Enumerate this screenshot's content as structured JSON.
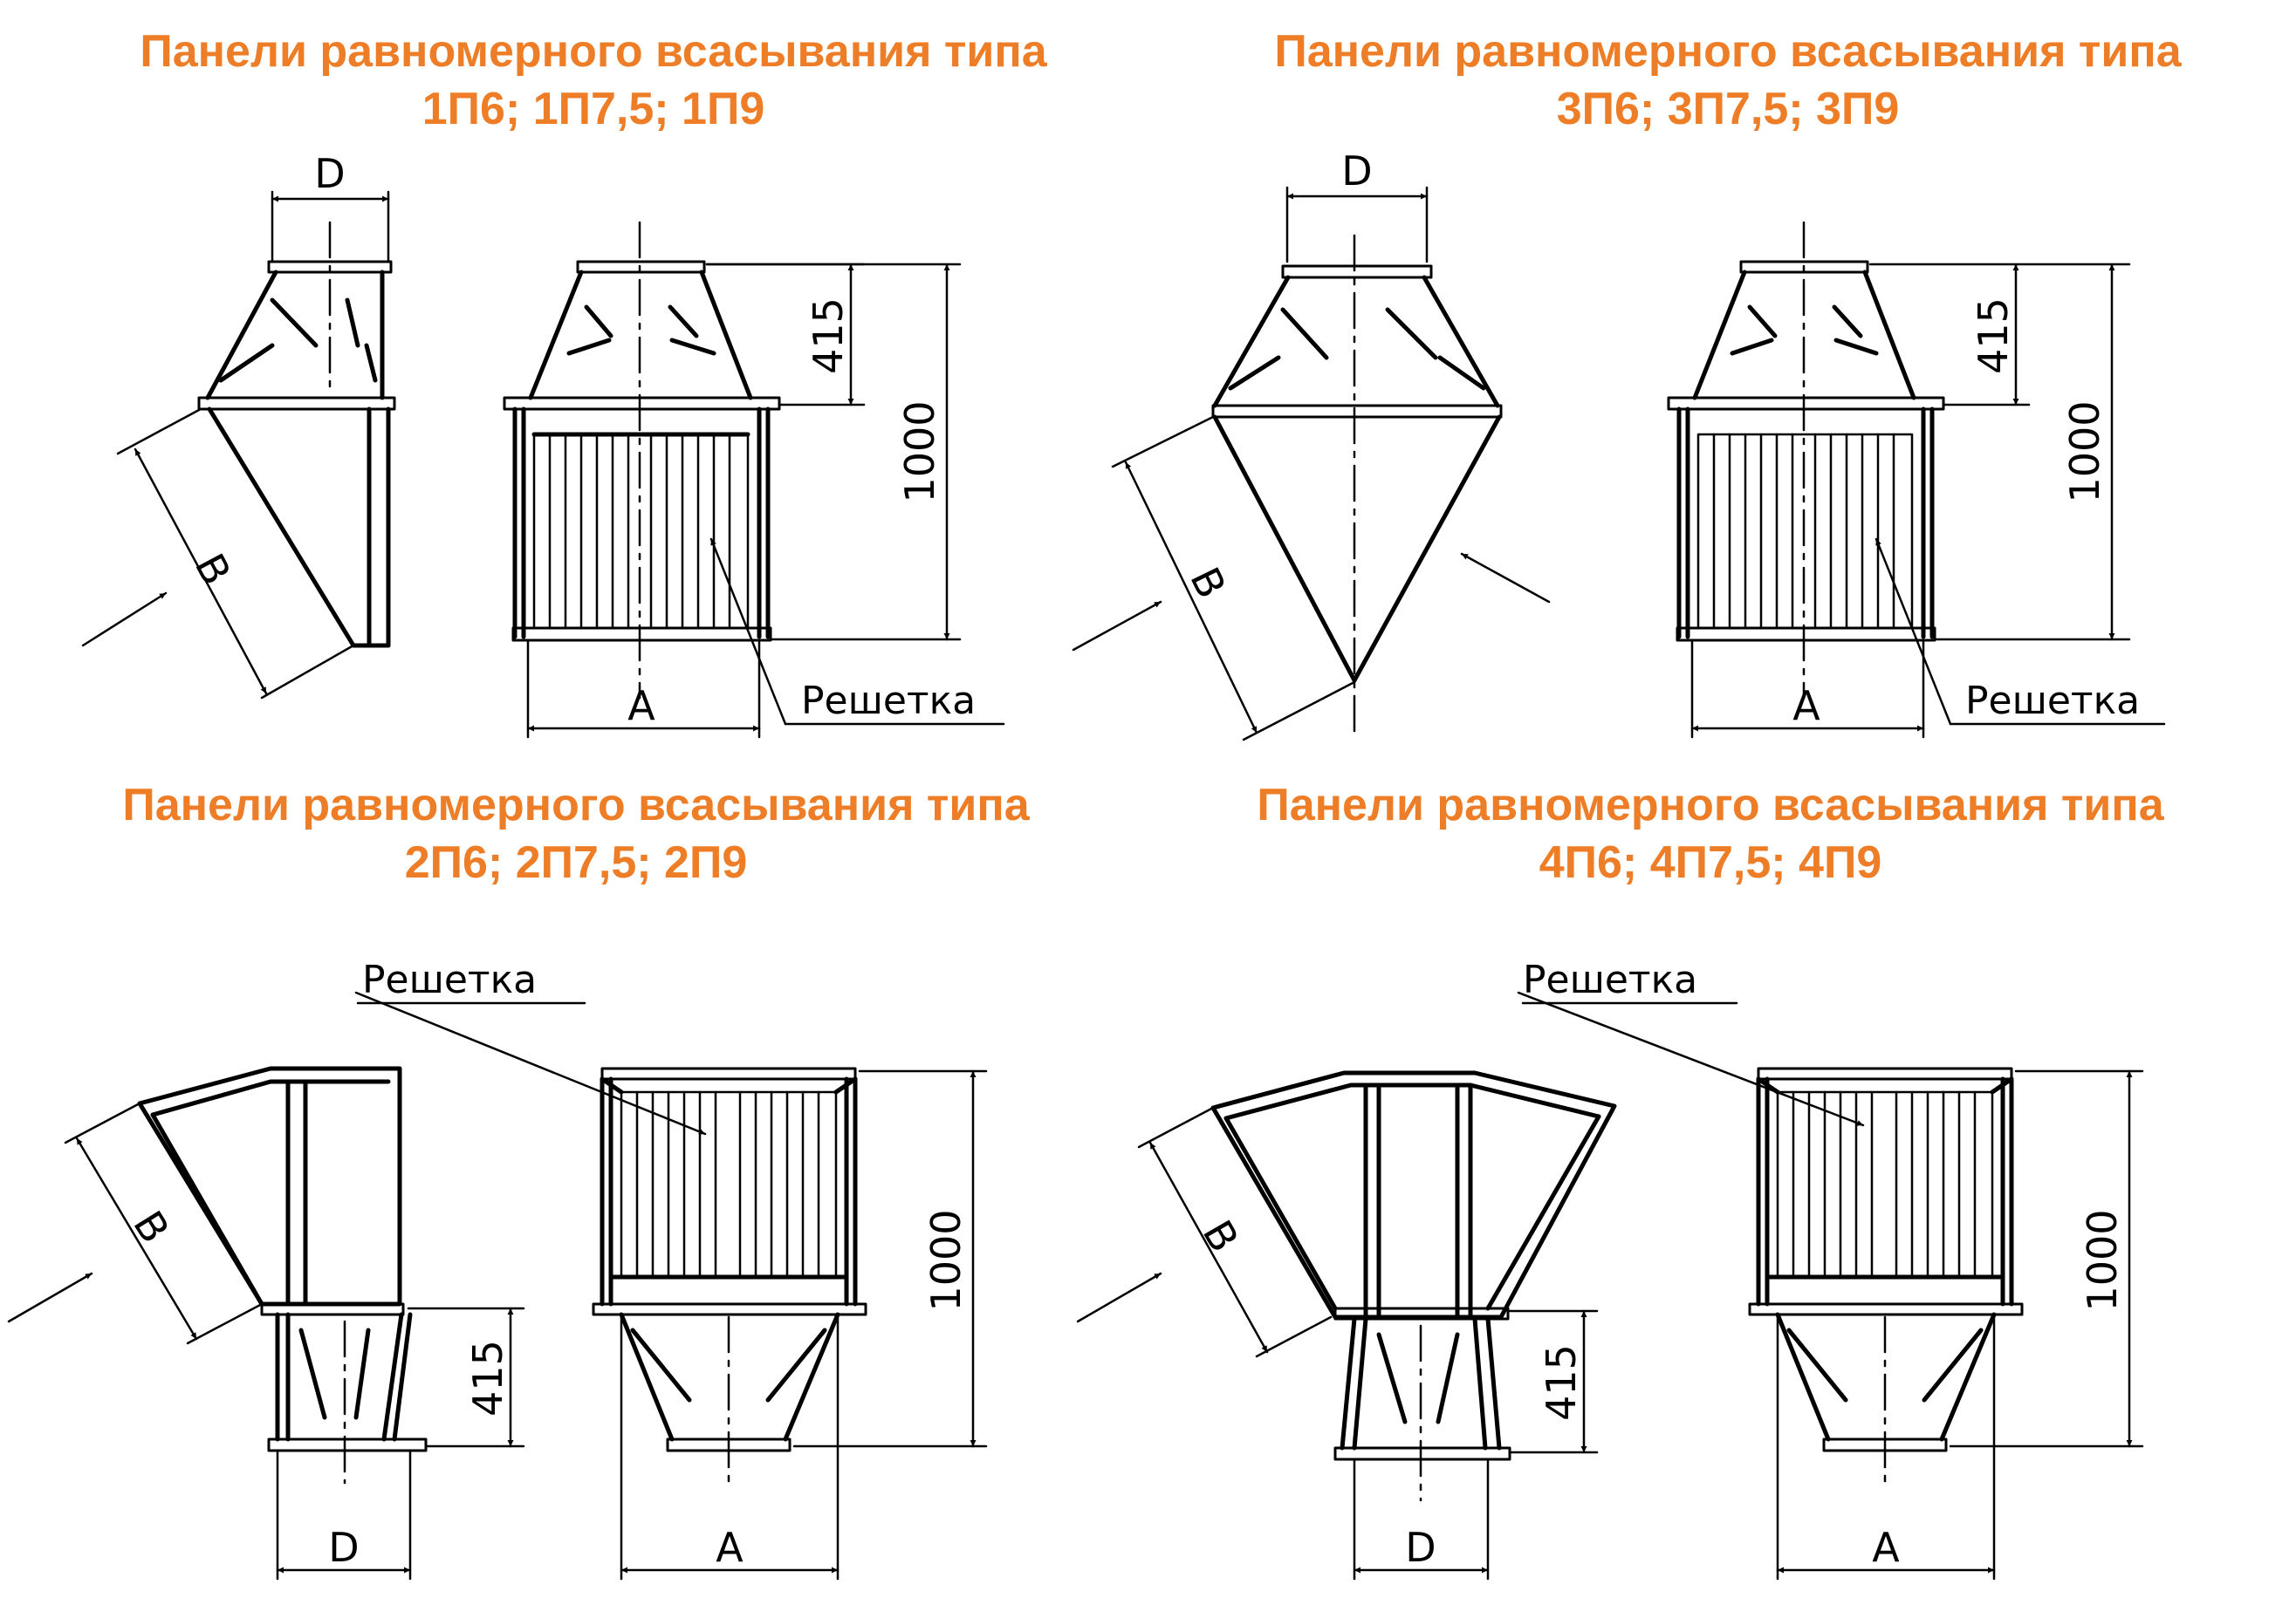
{
  "colors": {
    "title": "#ed7d26",
    "line": "#000000",
    "background": "#ffffff"
  },
  "panels": [
    {
      "title_line1": "Панели равномерного всасывания типа",
      "title_line2": "1П6; 1П7,5; 1П9"
    },
    {
      "title_line1": "Панели равномерного всасывания типа",
      "title_line2": "3П6; 3П7,5; 3П9"
    },
    {
      "title_line1": "Панели равномерного всасывания типа",
      "title_line2": "2П6; 2П7,5; 2П9"
    },
    {
      "title_line1": "Панели равномерного всасывания типа",
      "title_line2": "4П6; 4П7,5; 4П9"
    }
  ],
  "labels": {
    "grille": "Решетка",
    "width_a": "A",
    "width_b": "B",
    "diameter_d": "D",
    "height_total": "1000",
    "height_transition": "415"
  }
}
